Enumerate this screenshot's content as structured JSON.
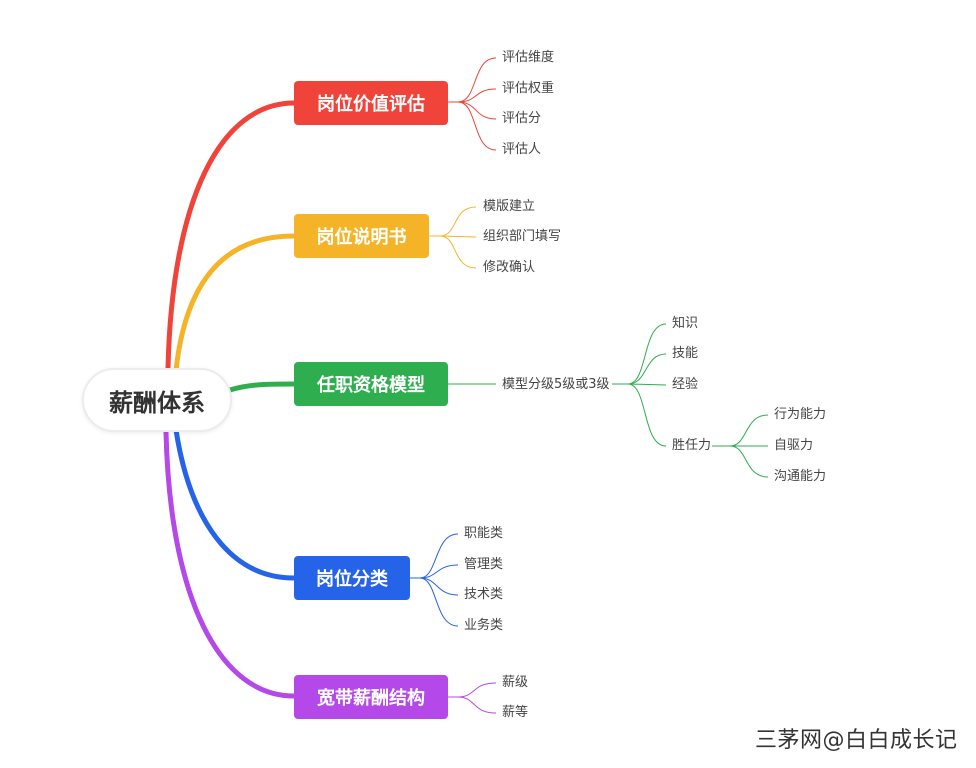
{
  "root": {
    "label": "薪酬体系"
  },
  "branches": [
    {
      "label": "岗位价值评估",
      "color": "#f0433a",
      "items": [
        "评估维度",
        "评估权重",
        "评估分",
        "评估人"
      ]
    },
    {
      "label": "岗位说明书",
      "color": "#f5b428",
      "items": [
        "模版建立",
        "组织部门填写",
        "修改确认"
      ]
    },
    {
      "label": "任职资格模型",
      "color": "#2eae4f",
      "sub": {
        "label": "模型分级5级或3级",
        "items": [
          "知识",
          "技能",
          "经验",
          "胜任力"
        ],
        "competency": [
          "行为能力",
          "自驱力",
          "沟通能力"
        ]
      }
    },
    {
      "label": "岗位分类",
      "color": "#2563e8",
      "items": [
        "职能类",
        "管理类",
        "技术类",
        "业务类"
      ]
    },
    {
      "label": "宽带薪酬结构",
      "color": "#b548e8",
      "items": [
        "薪级",
        "薪等"
      ]
    }
  ],
  "watermark": "三茅网@白白成长记"
}
